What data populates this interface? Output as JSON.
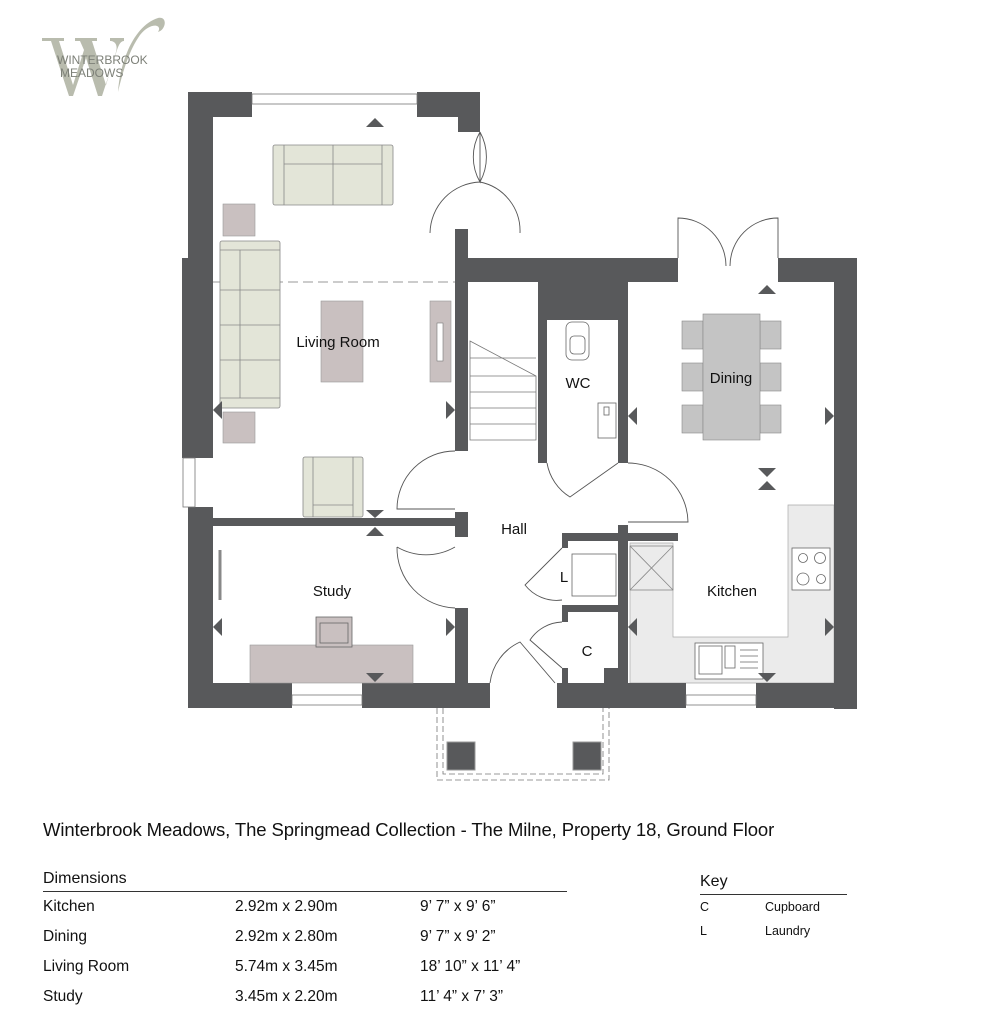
{
  "logo": {
    "letter": "W",
    "line1": "WINTERBROOK",
    "line2": "MEADOWS"
  },
  "rooms": {
    "living": "Living Room",
    "study": "Study",
    "hall": "Hall",
    "wc": "WC",
    "dining": "Dining",
    "kitchen": "Kitchen",
    "laundry": "L",
    "cupboard": "C"
  },
  "title": "Winterbrook Meadows, The Springmead Collection - The Milne, Property 18, Ground Floor",
  "dimensions": {
    "heading": "Dimensions",
    "rows": [
      {
        "room": "Kitchen",
        "metric": "2.92m x 2.90m",
        "imperial": "9’ 7” x 9’ 6”"
      },
      {
        "room": "Dining",
        "metric": "2.92m x 2.80m",
        "imperial": "9’ 7” x 9’ 2”"
      },
      {
        "room": "Living Room",
        "metric": "5.74m x 3.45m",
        "imperial": "18’ 10” x 11’ 4”"
      },
      {
        "room": "Study",
        "metric": "3.45m x 2.20m",
        "imperial": "11’ 4” x 7’ 3”"
      }
    ]
  },
  "key": {
    "heading": "Key",
    "rows": [
      {
        "code": "C",
        "meaning": "Cupboard"
      },
      {
        "code": "L",
        "meaning": "Laundry"
      }
    ]
  },
  "colors": {
    "wall": "#58595b",
    "sofa": "#e3e5d8",
    "table": "#c9c0c0",
    "dining_table": "#c4c4c4",
    "counter": "#ebebeb",
    "logo": "#b9bcae"
  }
}
